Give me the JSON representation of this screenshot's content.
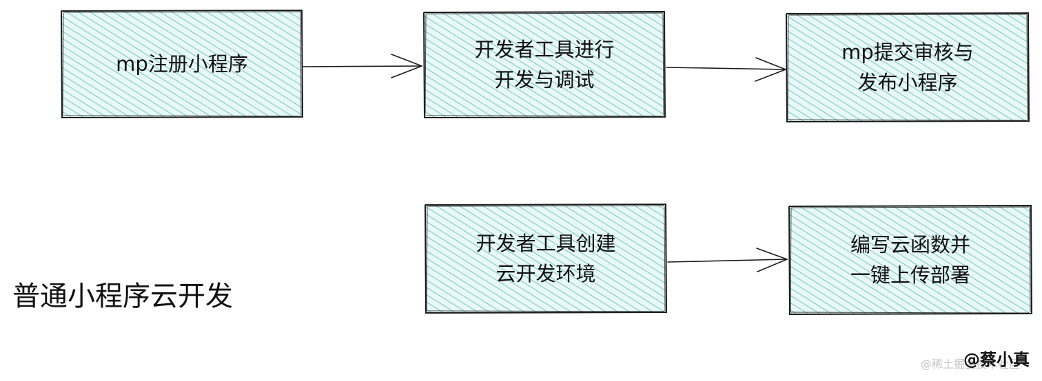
{
  "colors": {
    "fill_hatch": "#4cbdbd",
    "fill_base": "#e9f7f7",
    "stroke": "#1a1a1a"
  },
  "boxes": [
    {
      "id": "register",
      "lines": [
        "mp注册小程序"
      ]
    },
    {
      "id": "develop",
      "lines": [
        "开发者工具进行",
        "开发与调试"
      ]
    },
    {
      "id": "publish",
      "lines": [
        "mp提交审核与",
        "发布小程序"
      ]
    },
    {
      "id": "cloud-env",
      "lines": [
        "开发者工具创建",
        "云开发环境"
      ]
    },
    {
      "id": "cloud-func",
      "lines": [
        "编写云函数并",
        "一键上传部署"
      ]
    }
  ],
  "section_title": "普通小程序云开发",
  "signature": "@蔡小真",
  "watermark": "@稀土掘金技术社区"
}
